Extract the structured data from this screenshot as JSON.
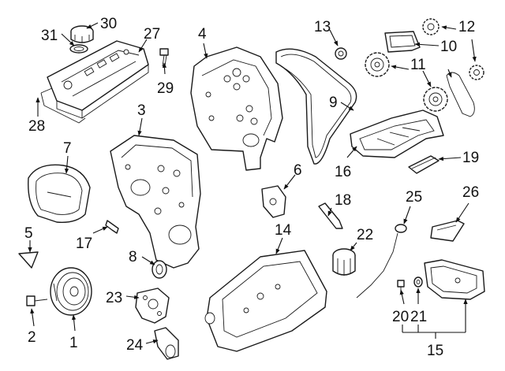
{
  "diagram": {
    "background": "#ffffff",
    "line_color": "#1a1a1a",
    "callouts": {
      "c1": "1",
      "c2": "2",
      "c3": "3",
      "c4": "4",
      "c5": "5",
      "c6": "6",
      "c7": "7",
      "c8": "8",
      "c9": "9",
      "c10": "10",
      "c11": "11",
      "c12": "12",
      "c13": "13",
      "c14": "14",
      "c15": "15",
      "c16": "16",
      "c17": "17",
      "c18": "18",
      "c19": "19",
      "c20": "20",
      "c21": "21",
      "c22": "22",
      "c23": "23",
      "c24": "24",
      "c25": "25",
      "c26": "26",
      "c27": "27",
      "c28": "28",
      "c29": "29",
      "c30": "30",
      "c31": "31"
    }
  }
}
